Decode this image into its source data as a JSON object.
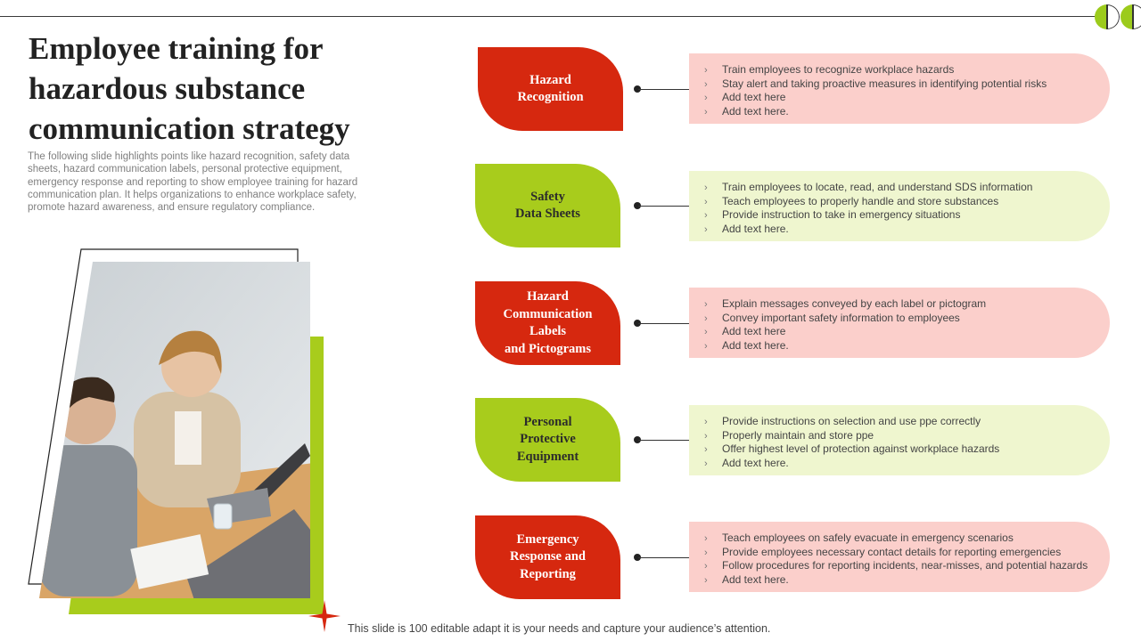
{
  "slide": {
    "title": "Employee training for hazardous substance communication strategy",
    "description": "The following slide highlights points like hazard recognition, safety data sheets, hazard communication labels, personal protective equipment, emergency response and reporting to show employee training for hazard communication plan. It helps organizations to enhance workplace safety, promote hazard awareness, and ensure regulatory compliance.",
    "footer": "This slide is 100 editable adapt it is your needs and capture your audience’s attention."
  },
  "colors": {
    "red": "#d6280f",
    "green": "#a8cc1c",
    "pink_panel": "#fbcfcb",
    "lime_panel": "#eff6cf"
  },
  "items": [
    {
      "label": "Hazard\nRecognition",
      "theme": "red",
      "bullets": [
        "Train employees to recognize workplace hazards",
        "Stay alert and taking proactive measures in identifying potential risks",
        "Add text here",
        "Add text here."
      ]
    },
    {
      "label": "Safety\nData Sheets",
      "theme": "green",
      "bullets": [
        "Train employees to locate, read, and understand SDS information",
        "Teach employees to properly handle and store substances",
        "Provide instruction to take in emergency situations",
        "Add text here."
      ]
    },
    {
      "label": "Hazard\nCommunication\nLabels\nand Pictograms",
      "theme": "red",
      "bullets": [
        "Explain messages conveyed by each label or pictogram",
        "Convey important safety information to employees",
        "Add text here",
        "Add text here."
      ]
    },
    {
      "label": "Personal\nProtective\nEquipment",
      "theme": "green",
      "bullets": [
        "Provide instructions on selection and use ppe correctly",
        "Properly maintain and store ppe",
        "Offer highest level of protection against workplace hazards",
        "Add text here."
      ]
    },
    {
      "label": "Emergency\nResponse and\nReporting",
      "theme": "red",
      "bullets": [
        "Teach employees on safely evacuate in emergency scenarios",
        "Provide employees necessary contact details for reporting emergencies",
        "Follow procedures for reporting incidents, near-misses, and potential hazards",
        "Add text here."
      ]
    }
  ]
}
